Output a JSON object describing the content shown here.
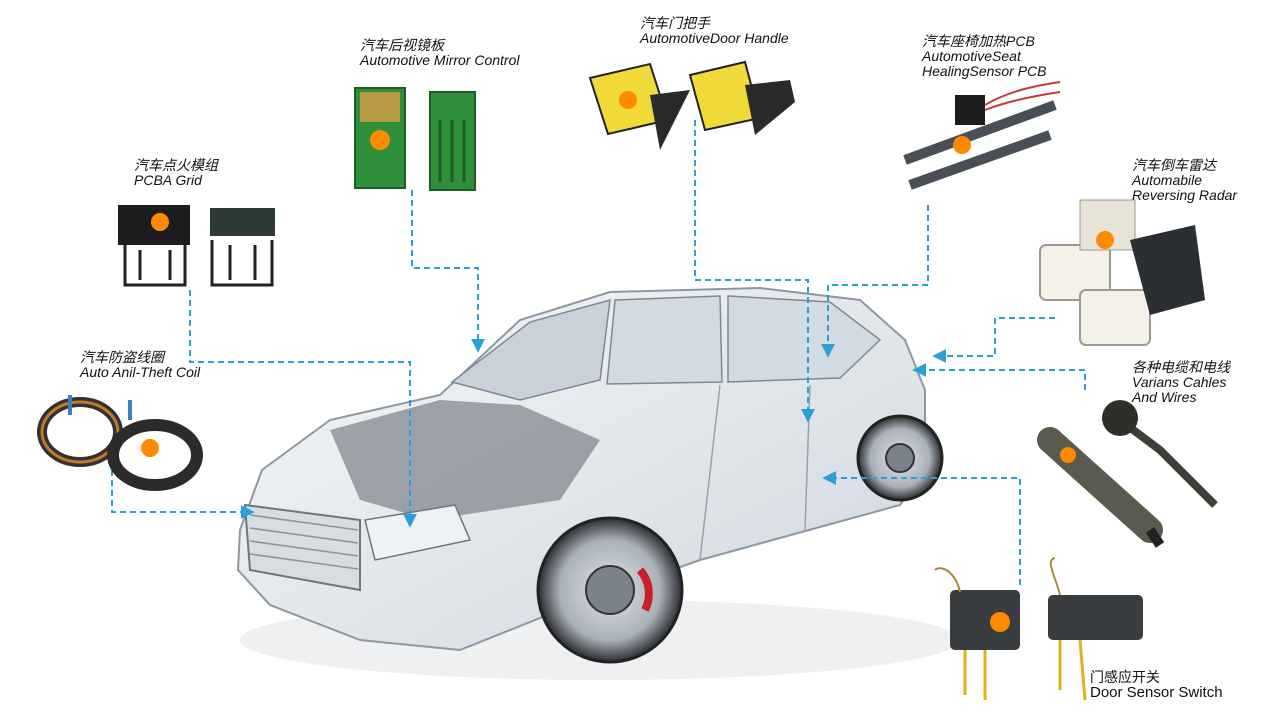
{
  "colors": {
    "leader": "#2a9fd8",
    "pcb_green": "#2f8f3a",
    "pcb_dark": "#1c1c1c",
    "sensor_yellow": "#f2d93a",
    "car_body": "#e9edf1",
    "brand_orange": "#ff8a00",
    "brand_blue": "#1e73c7"
  },
  "labels": {
    "mirror": {
      "zh": "汽车后视镜板",
      "en": "Automotive Mirror Control"
    },
    "door": {
      "zh": "汽车门把手",
      "en": "AutomotiveDoor Handle",
      "en2": ""
    },
    "seat": {
      "zh": "汽车座椅加热PCB",
      "en": "AutomotiveSeat",
      "en2": "HealingSensor PCB"
    },
    "pcba": {
      "zh": "汽车点火模组",
      "en": "PCBA Grid"
    },
    "radar": {
      "zh": "汽车倒车雷达",
      "en": "Automabile",
      "en2": "Reversing Radar"
    },
    "coil": {
      "zh": "汽车防盗线圈",
      "en": "Auto Anil-Theft Coil"
    },
    "cables": {
      "zh": "各种电缆和电线",
      "en": "Varians Cahles",
      "en2": "And Wires"
    },
    "switch": {
      "zh": "门感应开关",
      "en": "Door Sensor Switch"
    }
  },
  "icons": [
    "av-logo-icon",
    "connector-icon",
    "micro-switch-icon"
  ]
}
